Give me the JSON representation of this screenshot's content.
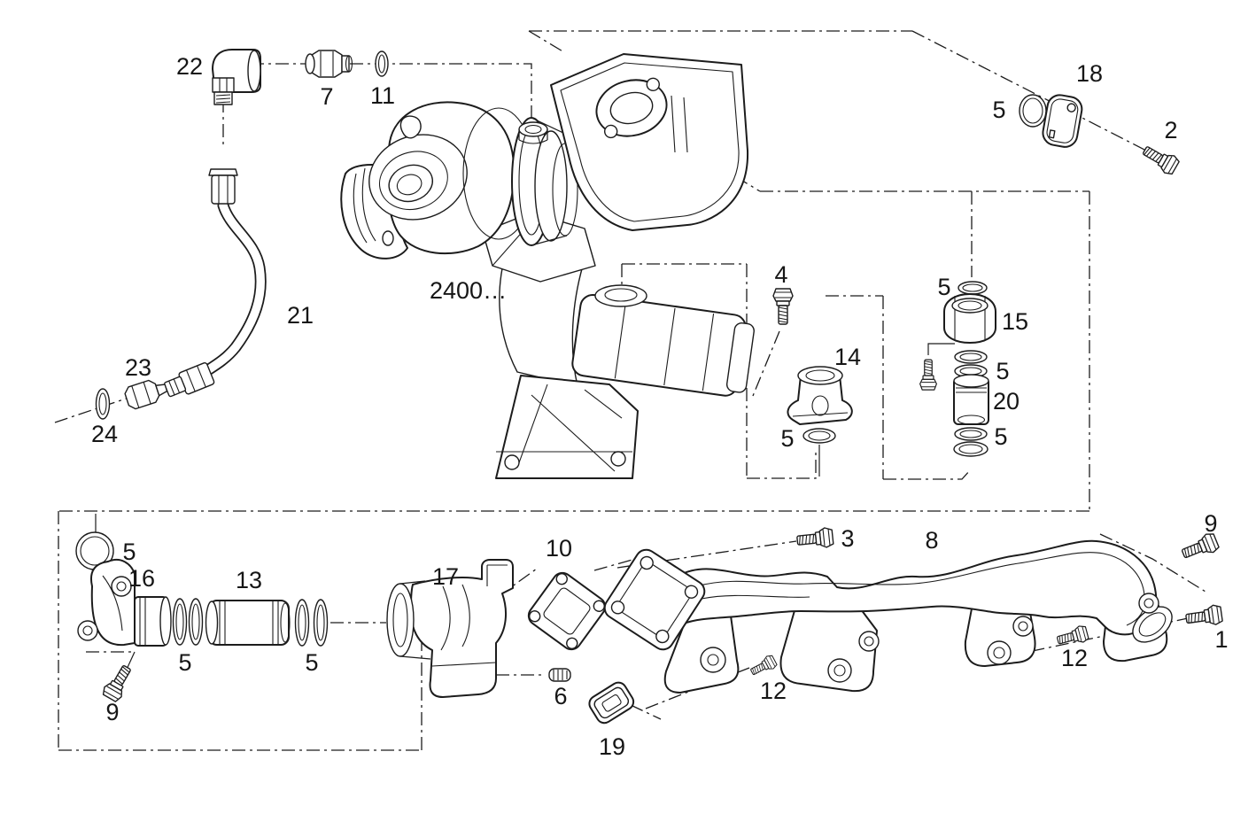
{
  "figure": {
    "assembly_code": "2400…",
    "callouts": {
      "n1": "1",
      "n2": "2",
      "n3": "3",
      "n4": "4",
      "n5": "5",
      "n6": "6",
      "n7": "7",
      "n8": "8",
      "n9": "9",
      "n10": "10",
      "n11": "11",
      "n12": "12",
      "n13": "13",
      "n14": "14",
      "n15": "15",
      "n16": "16",
      "n17": "17",
      "n18": "18",
      "n19": "19",
      "n20": "20",
      "n21": "21",
      "n22": "22",
      "n23": "23",
      "n24": "24"
    }
  }
}
